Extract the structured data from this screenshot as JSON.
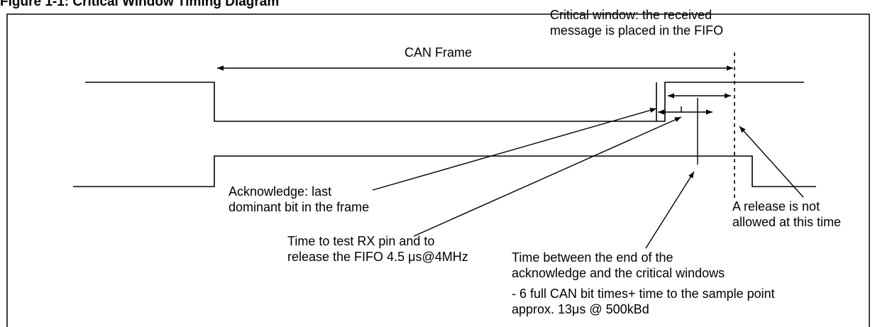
{
  "figure": {
    "title": "Figure 1-1: Critical Window Timing Diagram"
  },
  "labels": {
    "critical_window": [
      "Critical window: the received",
      "message is placed in the FIFO"
    ],
    "can_frame": "CAN Frame",
    "acknowledge": [
      "Acknowledge: last",
      "dominant bit in the frame"
    ],
    "release_not_allowed": [
      "A release is not",
      "allowed at this time"
    ],
    "test_rx": [
      "Time to test RX pin and to",
      "release the FIFO 4.5 μs@4MHz"
    ],
    "time_between": [
      "Time between the end of the",
      "acknowledge and the critical windows"
    ],
    "bit_times": [
      "- 6 full CAN bit times+ time to the sample point",
      "approx. 13μs @ 500kBd"
    ]
  }
}
